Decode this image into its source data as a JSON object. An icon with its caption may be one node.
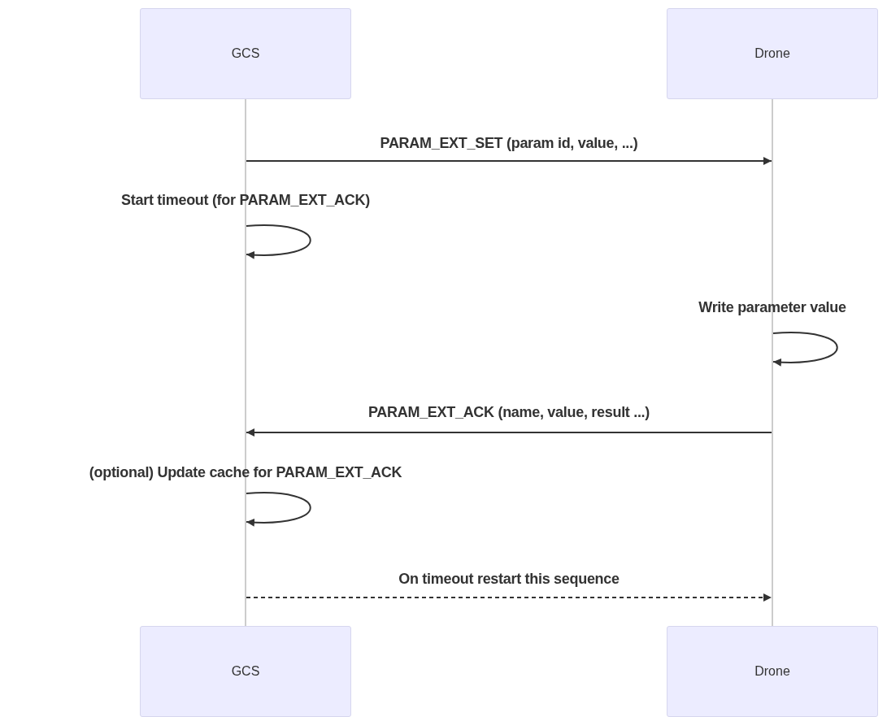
{
  "diagram": {
    "nodes": [
      {
        "text": [
          "GCS"
        ]
      },
      {
        "text": [
          "Drone"
        ]
      },
      {
        "text": [],
        "shape": "bar"
      },
      {
        "text": [],
        "shape": "bar"
      },
      {
        "text": [
          "GCS"
        ]
      },
      {
        "text": [
          "Drone"
        ]
      }
    ],
    "edges": [
      {
        "from": 2,
        "to": 3,
        "arrow": "to",
        "label": "PARAM_EXT_SET (param id, value, ...)"
      },
      {
        "from": 2,
        "to": 2,
        "arrow": "to",
        "label": "Start timeout (for PARAM_EXT_ACK)"
      },
      {
        "from": 3,
        "to": 3,
        "arrow": "to",
        "label": "Write parameter value"
      },
      {
        "from": 3,
        "to": 2,
        "arrow": "to",
        "label": "PARAM_EXT_ACK (name, value, result ...)"
      },
      {
        "from": 2,
        "to": 2,
        "arrow": "to",
        "label": "(optional) Update cache for PARAM_EXT_ACK"
      },
      {
        "from": 2,
        "to": 3,
        "arrow": "to",
        "label": "On timeout restart this sequence",
        "style": "dashed"
      }
    ]
  }
}
